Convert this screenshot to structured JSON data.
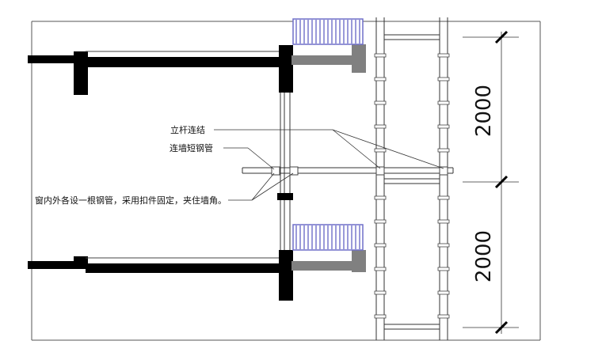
{
  "labels": {
    "vertical_pole_connection": "立杆连结",
    "wall_tie_tube": "连墙短钢管",
    "window_note": "窗内外各设一根钢管，采用扣件固定，夹住墙角。"
  },
  "dimensions": {
    "upper": "2000",
    "lower": "2000"
  },
  "colors": {
    "wall": "#000000",
    "slab_edge": "#808080",
    "railing": "#6f6fc9",
    "line": "#333333",
    "coupler": "#666666"
  }
}
